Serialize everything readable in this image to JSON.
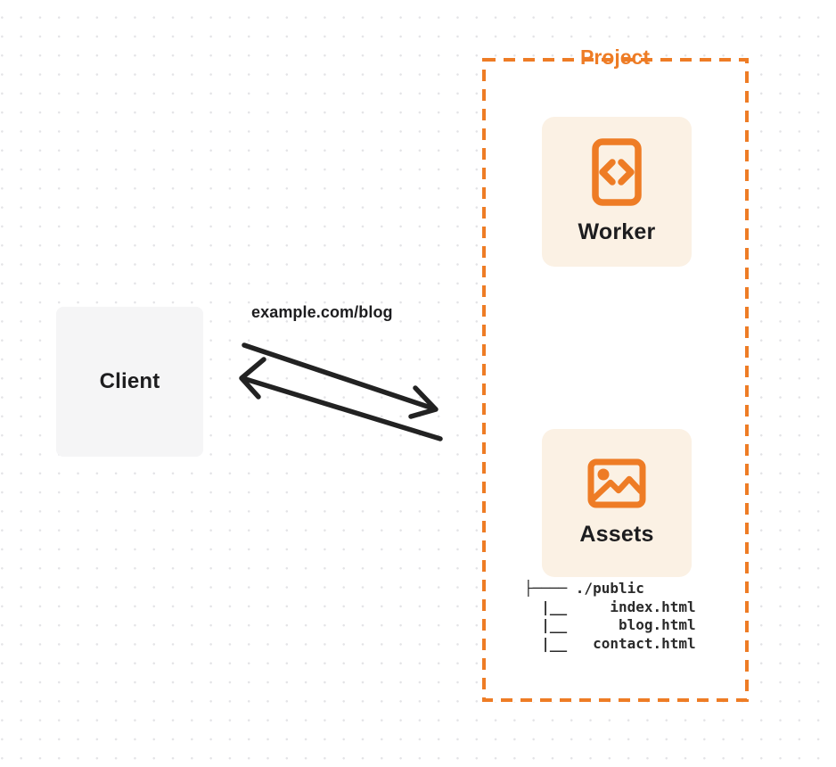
{
  "theme": {
    "accent": "#EE7C25",
    "card_bg": "#FBF1E4",
    "client_bg": "#F5F5F6",
    "text": "#1D1D1F",
    "arrow": "#222222",
    "dot": "#E3E3E6",
    "canvas_bg": "#FFFFFF"
  },
  "client": {
    "label": "Client"
  },
  "request": {
    "label": "example.com/blog"
  },
  "project": {
    "label": "Project",
    "worker": {
      "label": "Worker",
      "icon": "code-file-icon"
    },
    "assets": {
      "label": "Assets",
      "icon": "image-icon",
      "file_tree": [
        "├──── ./public",
        "  |__     index.html",
        "  |__      blog.html",
        "  |__   contact.html"
      ]
    }
  }
}
